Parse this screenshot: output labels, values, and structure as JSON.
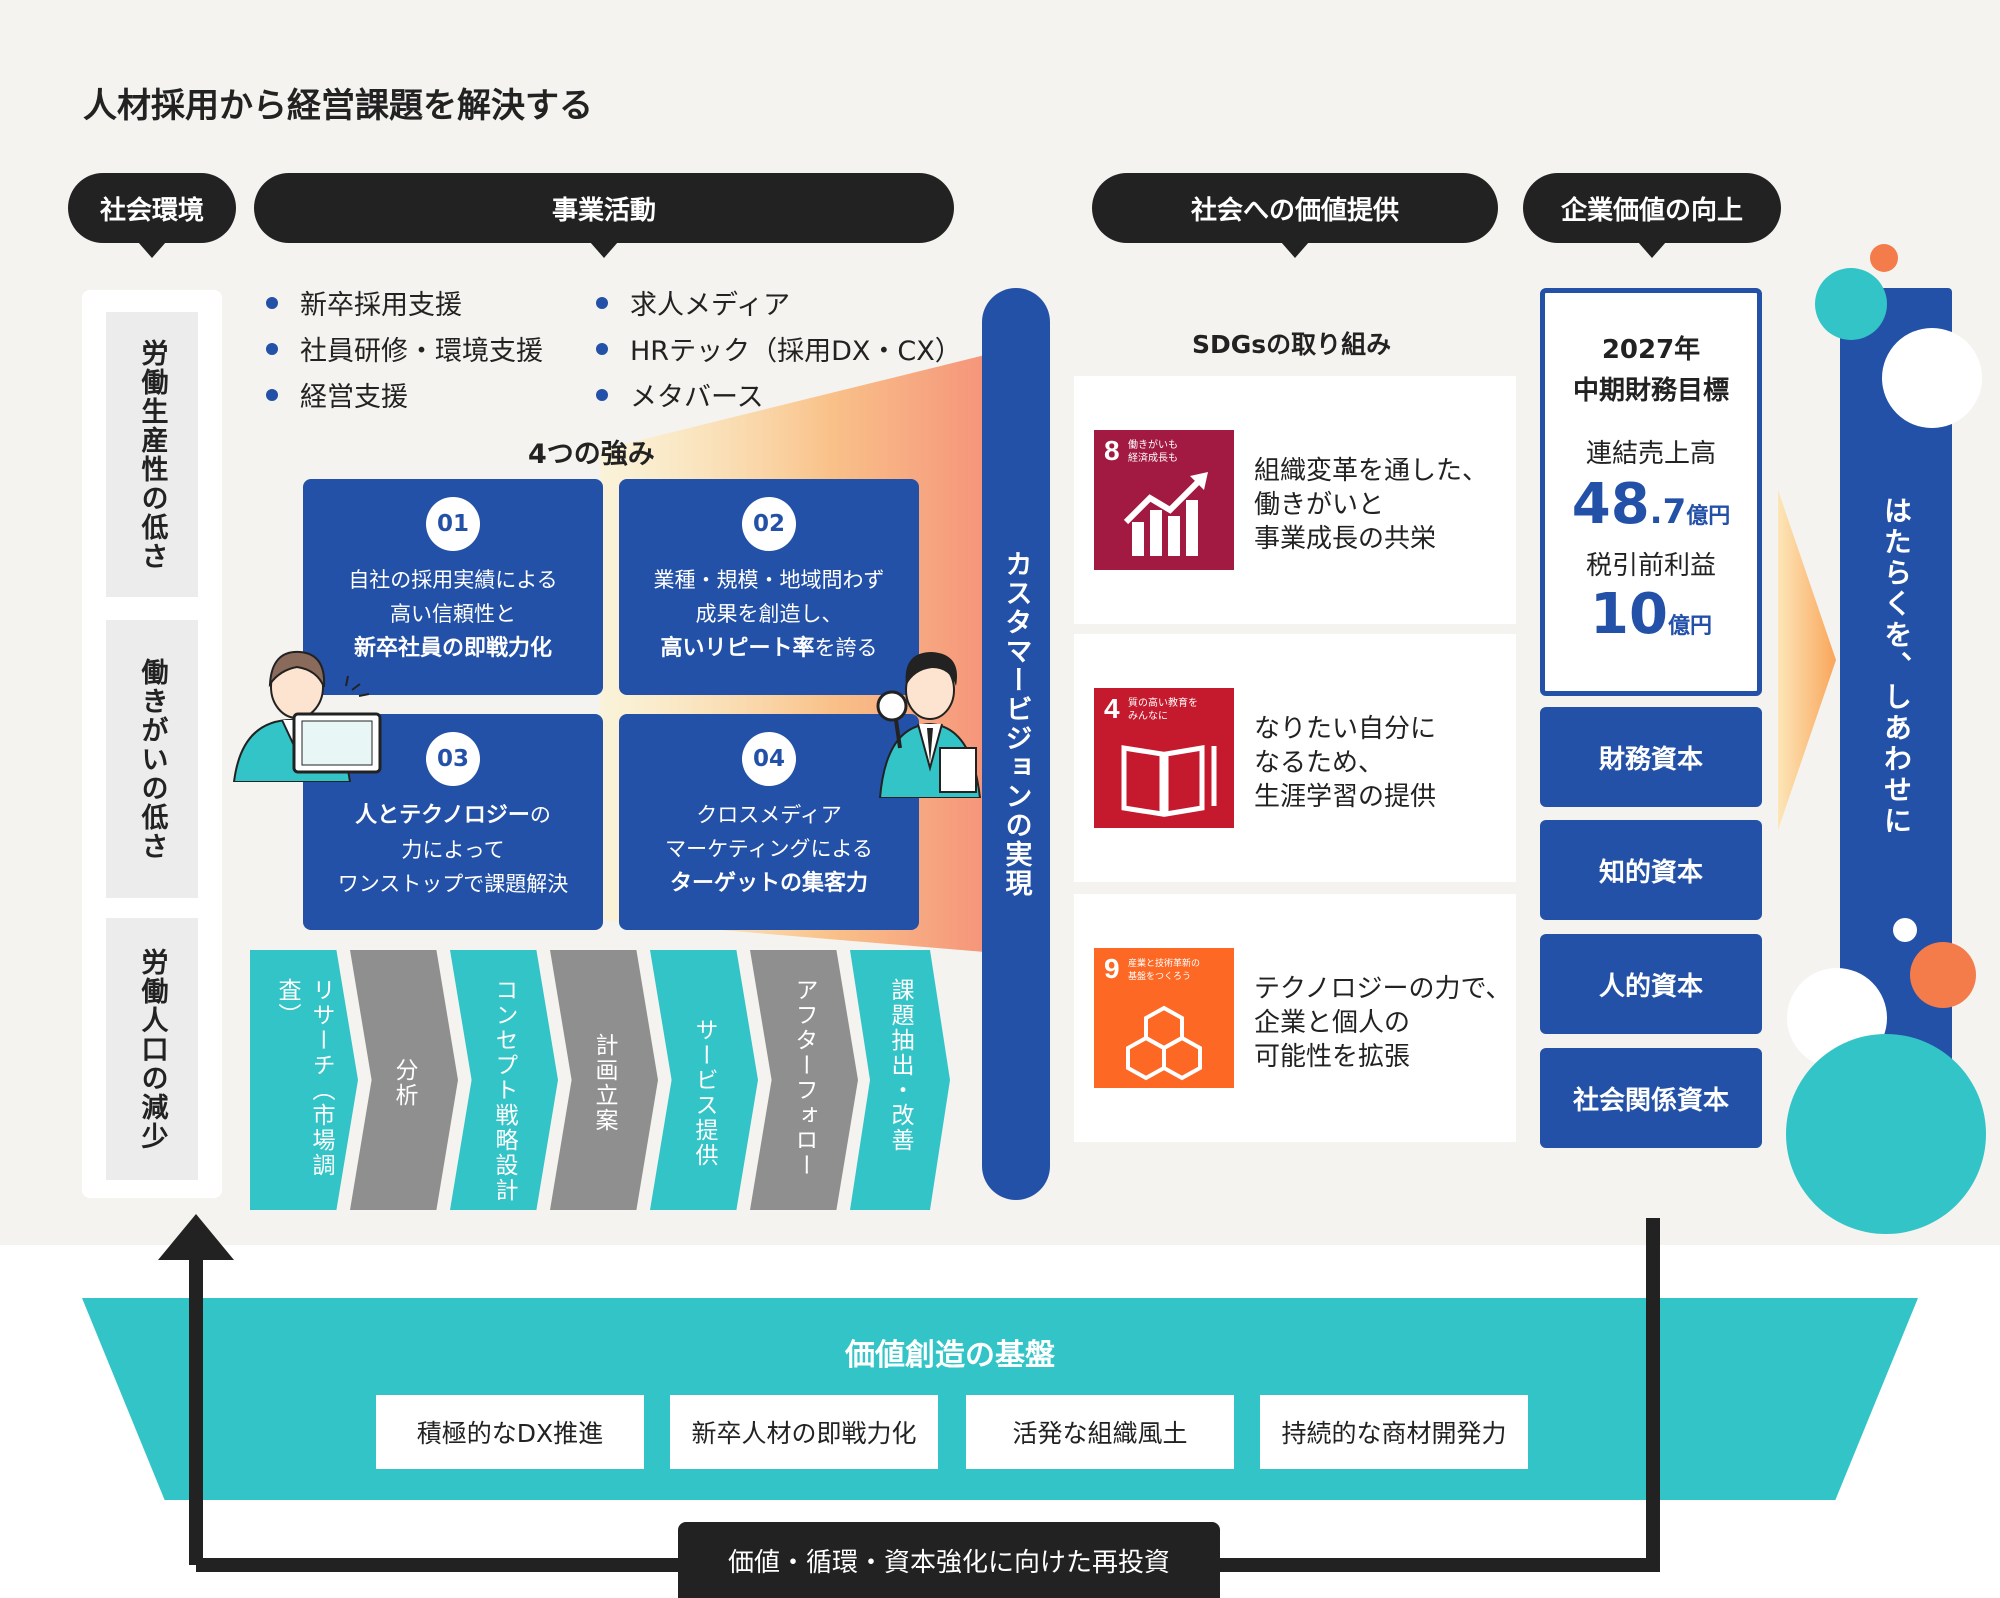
{
  "title": "人材採用から経営課題を解決する",
  "headers": {
    "society_env": "社会環境",
    "business": "事業活動",
    "value_to_society": "社会への価値提供",
    "corporate_value": "企業価値の向上"
  },
  "issues": [
    "労働生産性の低さ",
    "働きがいの低さ",
    "労働人口の減少"
  ],
  "business_items_left": [
    "新卒採用支援",
    "社員研修・環境支援",
    "経営支援"
  ],
  "business_items_right": [
    "求人メディア",
    "HRテック（採用DX・CX）",
    "メタバース"
  ],
  "strengths_title": "4つの強み",
  "strengths": [
    {
      "num": "01",
      "line1": "自社の採用実績による",
      "line2": "高い信頼性と",
      "bold": "新卒社員の即戦力化",
      "after": ""
    },
    {
      "num": "02",
      "line1": "業種・規模・地域問わず",
      "line2": "成果を創造し、",
      "bold": "高いリピート率",
      "after": "を誇る"
    },
    {
      "num": "03",
      "bold": "人とテクノロジー",
      "after": "の",
      "line2": "力によって",
      "line3": "ワンストップで課題解決"
    },
    {
      "num": "04",
      "line1": "クロスメディア",
      "line2": "マーケティングによる",
      "bold": "ターゲットの集客力",
      "after": ""
    }
  ],
  "process": [
    "リサーチ（市場調査）",
    "分析",
    "コンセプト戦略設計",
    "計画立案",
    "サービス提供",
    "アフターフォロー",
    "課題抽出・改善"
  ],
  "vision": "カスタマービジョンの実現",
  "sdgs_title": "SDGsの取り組み",
  "sdgs": [
    {
      "goal_num": "8",
      "goal_label": "働きがいも\n経済成長も",
      "color": "#a21942",
      "text": [
        "組織変革を通した、",
        "働きがいと",
        "事業成長の共栄"
      ]
    },
    {
      "goal_num": "4",
      "goal_label": "質の高い教育を\nみんなに",
      "color": "#c5192d",
      "text": [
        "なりたい自分に",
        "なるため、",
        "生涯学習の提供"
      ]
    },
    {
      "goal_num": "9",
      "goal_label": "産業と技術革新の\n基盤をつくろう",
      "color": "#fd6925",
      "text": [
        "テクノロジーの力で、",
        "企業と個人の",
        "可能性を拡張"
      ]
    }
  ],
  "goal": {
    "year": "2027年",
    "label": "中期財務目標",
    "sales_label": "連結売上高",
    "sales_int": "48",
    "sales_dec": ".7",
    "sales_unit": "億円",
    "profit_label": "税引前利益",
    "profit_value": "10",
    "profit_unit": "億円"
  },
  "capitals": [
    "財務資本",
    "知的資本",
    "人的資本",
    "社会関係資本"
  ],
  "mission": "はたらくを、しあわせに",
  "base_title": "価値創造の基盤",
  "base_items": [
    "積極的なDX推進",
    "新卒人材の即戦力化",
    "活発な組織風土",
    "持続的な商材開発力"
  ],
  "reinvest": "価値・循環・資本強化に向けた再投資",
  "colors": {
    "navy": "#2451a8",
    "teal": "#33c4c7",
    "orange": "#f47b4a",
    "dark": "#222222"
  }
}
